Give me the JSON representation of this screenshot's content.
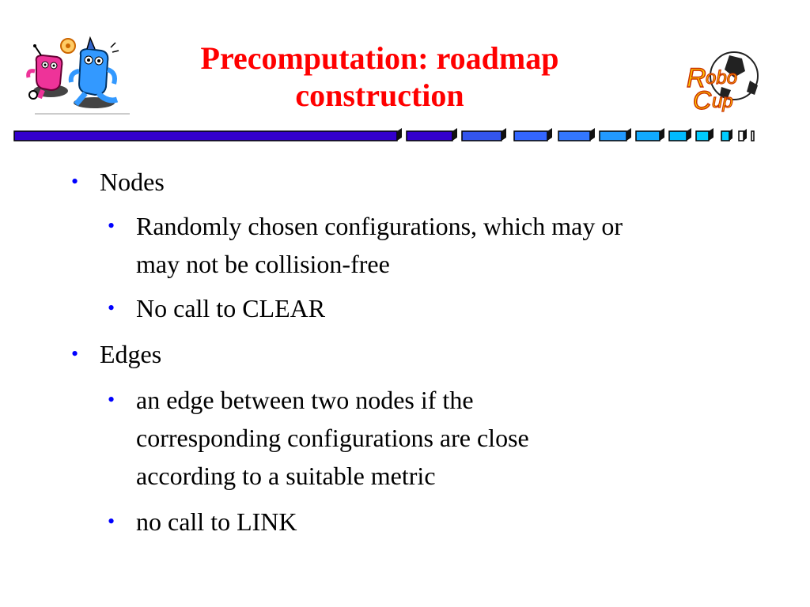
{
  "slide": {
    "title_line1": "Precomputation: roadmap",
    "title_line2": "construction",
    "bullet_symbol": "•",
    "bullets": [
      {
        "text": "Nodes"
      },
      {
        "text": "Randomly chosen configurations, which may or"
      },
      {
        "text": "may not be collision-free"
      },
      {
        "text": "No call to CLEAR"
      },
      {
        "text": "Edges"
      },
      {
        "text": "an edge between two nodes if the"
      },
      {
        "text": "corresponding configurations are close"
      },
      {
        "text": "according to a suitable metric"
      },
      {
        "text": "no call to LINK"
      }
    ],
    "logo_right_text": {
      "r": "R",
      "obo": "obo",
      "c": "C",
      "up": "up"
    }
  },
  "colors": {
    "title": "#ff0000",
    "bullet": "#0000ff",
    "bar_dark": "#3300cc",
    "bar_mid": "#3366ff",
    "bar_light": "#00ccff"
  }
}
